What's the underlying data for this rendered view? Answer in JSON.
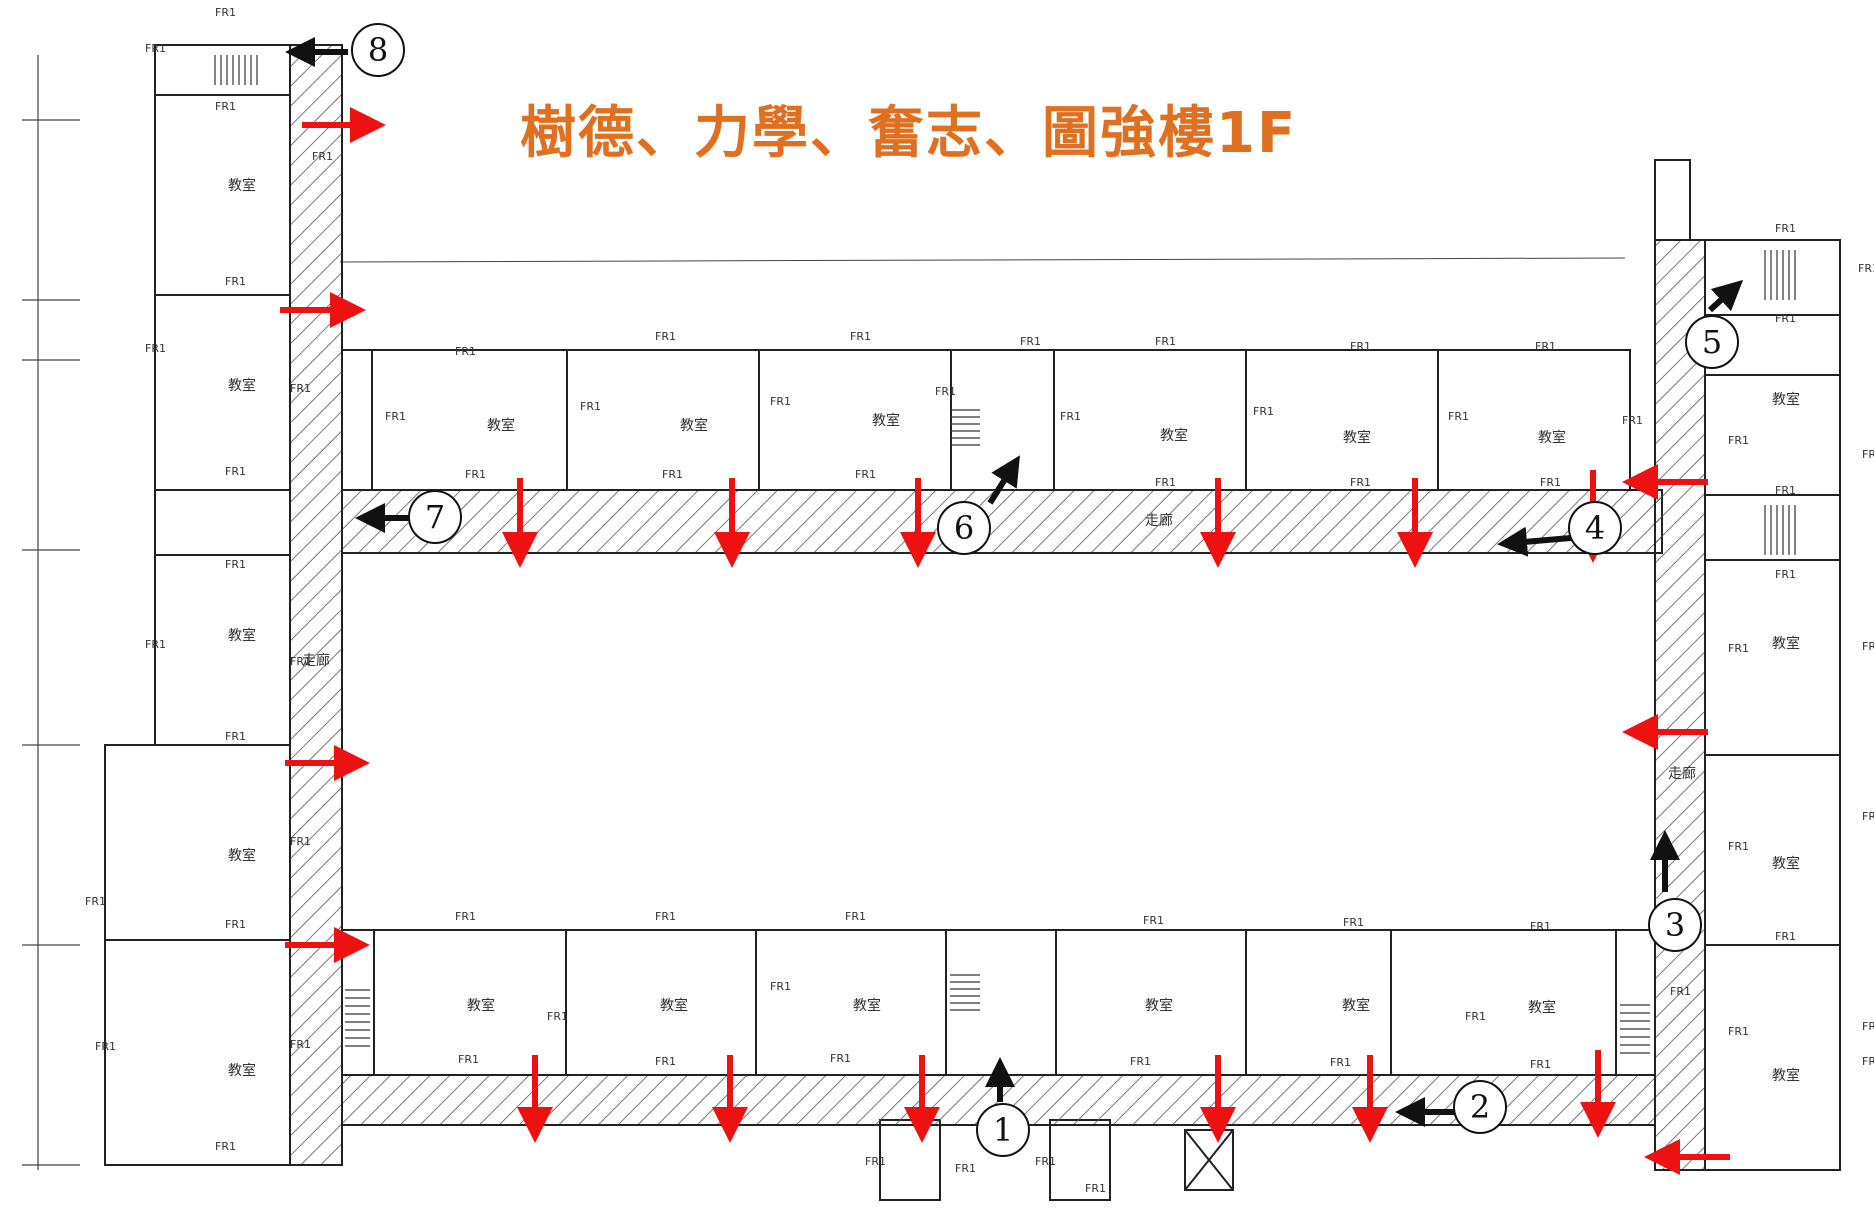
{
  "title": "樹德、力學、奮志、圖強樓1F",
  "labels": {
    "classroom": "教室",
    "fire": "FR1",
    "corridor": "走廊"
  },
  "markers": [
    "1",
    "2",
    "3",
    "4",
    "5",
    "6",
    "7",
    "8"
  ],
  "colors": {
    "title": "#e07020",
    "exit_arrow": "#ee1111",
    "route_arrow": "#111111",
    "wall": "#222222",
    "hatch": "#555555"
  }
}
